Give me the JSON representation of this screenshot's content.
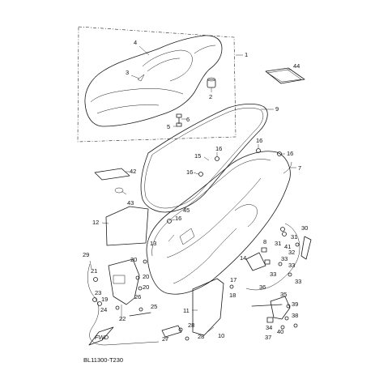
{
  "diagram_code": "BL11300-T230",
  "fwd_label": "FWD",
  "callouts": [
    "1",
    "2",
    "3",
    "4",
    "5",
    "6",
    "7",
    "8",
    "9",
    "10",
    "11",
    "12",
    "13",
    "14",
    "15",
    "16",
    "17",
    "18",
    "19",
    "20",
    "21",
    "22",
    "23",
    "24",
    "25",
    "26",
    "27",
    "28",
    "29",
    "30",
    "31",
    "32",
    "33",
    "34",
    "35",
    "36",
    "37",
    "38",
    "39",
    "40",
    "41",
    "42",
    "43",
    "44",
    "45"
  ]
}
